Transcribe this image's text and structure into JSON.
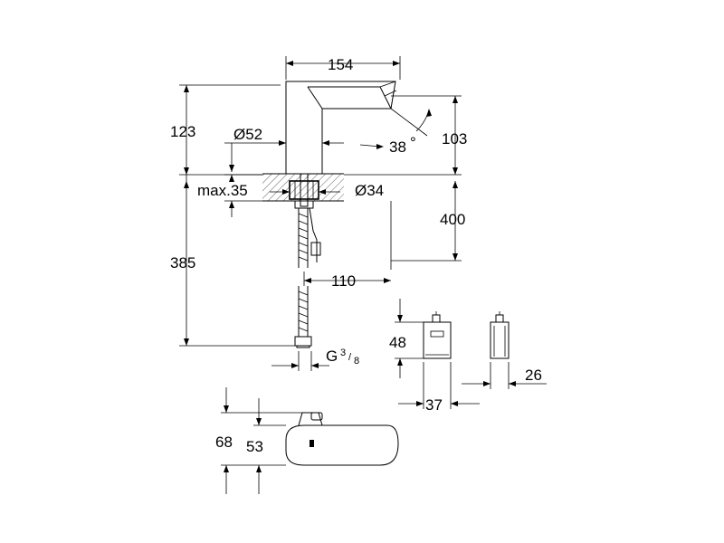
{
  "dimensions": {
    "spout_length": "154",
    "height_total": "123",
    "spout_height": "103",
    "base_diameter": "Ø52",
    "angle": "38",
    "angle_unit": "°",
    "max_deck": "max.35",
    "hole_diameter": "Ø34",
    "depth_box": "400",
    "hose_length": "385",
    "box_offset": "110",
    "thread": "G",
    "thread_num": "3",
    "thread_den": "8",
    "box_height": "48",
    "box_width": "37",
    "box_depth": "26",
    "top_height": "68",
    "top_height_inner": "53"
  }
}
